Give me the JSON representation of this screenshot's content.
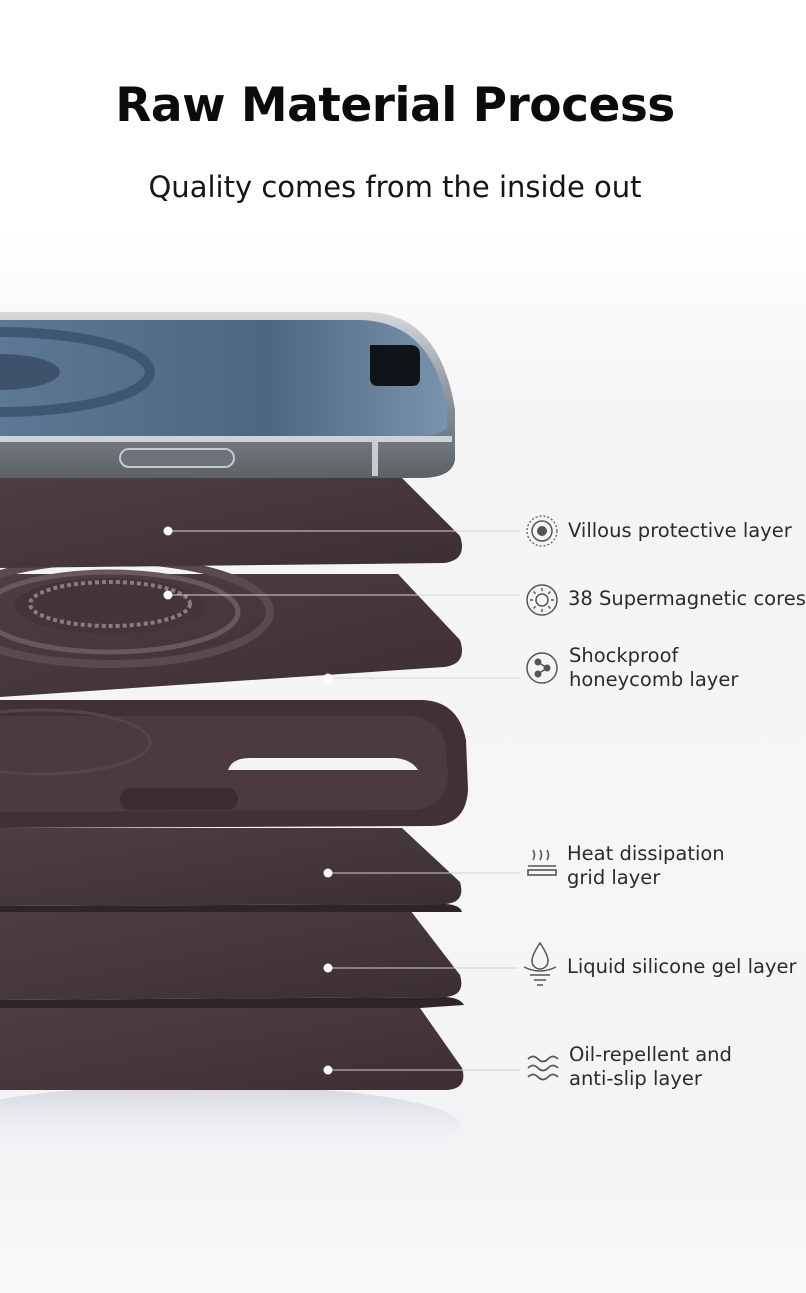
{
  "header": {
    "title": "Raw Material Process",
    "subtitle": "Quality comes from the inside out"
  },
  "colors": {
    "layer": "#4a3a3e",
    "layer_dark": "#3a2d31",
    "phone_frame": "#9da2a8",
    "screen": "#4f6a85",
    "leader_line": "#d8d8d8",
    "text": "#2b2b2b"
  },
  "features": [
    {
      "icon": "target-ring-icon",
      "lines": [
        "Villous protective layer"
      ]
    },
    {
      "icon": "magnet-sun-icon",
      "lines": [
        "38 Supermagnetic cores"
      ]
    },
    {
      "icon": "honeycomb-node-icon",
      "lines": [
        "Shockproof",
        "honeycomb layer"
      ]
    },
    {
      "icon": "heat-waves-icon",
      "lines": [
        "Heat dissipation",
        "grid layer"
      ]
    },
    {
      "icon": "water-drop-icon",
      "lines": [
        "Liquid silicone gel layer"
      ]
    },
    {
      "icon": "wavy-lines-icon",
      "lines": [
        "Oil-repellent and",
        "anti-slip layer"
      ]
    }
  ]
}
